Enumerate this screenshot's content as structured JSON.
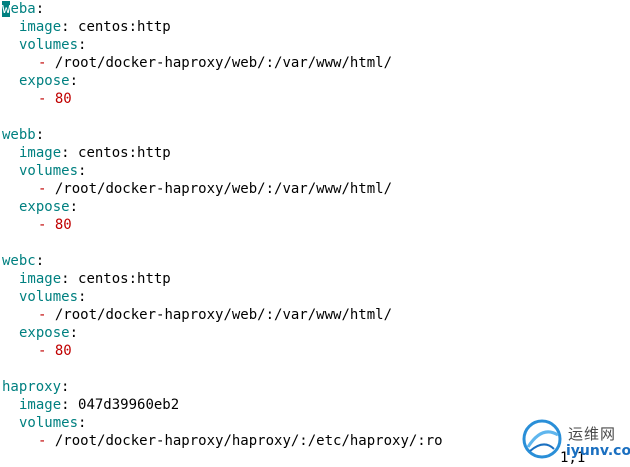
{
  "services": [
    {
      "name": "weba",
      "image_key": "image",
      "image_value": "centos:http",
      "volumes_key": "volumes",
      "volume": "/root/docker-haproxy/web/:/var/www/html/",
      "expose_key": "expose",
      "expose_value": "80"
    },
    {
      "name": "webb",
      "image_key": "image",
      "image_value": "centos:http",
      "volumes_key": "volumes",
      "volume": "/root/docker-haproxy/web/:/var/www/html/",
      "expose_key": "expose",
      "expose_value": "80"
    },
    {
      "name": "webc",
      "image_key": "image",
      "image_value": "centos:http",
      "volumes_key": "volumes",
      "volume": "/root/docker-haproxy/web/:/var/www/html/",
      "expose_key": "expose",
      "expose_value": "80"
    },
    {
      "name": "haproxy",
      "image_key": "image",
      "image_value": "047d39960eb2",
      "volumes_key": "volumes",
      "volume": "/root/docker-haproxy/haproxy/:/etc/haproxy/:ro"
    }
  ],
  "cursor_char": "w",
  "weba_rest": "eba",
  "status": {
    "position": "1,1"
  },
  "watermark": {
    "cn": "运维网",
    "en": "iyunv.com"
  },
  "colors": {
    "key": "#008080",
    "number": "#c00000",
    "cursor_bg": "#008080"
  }
}
